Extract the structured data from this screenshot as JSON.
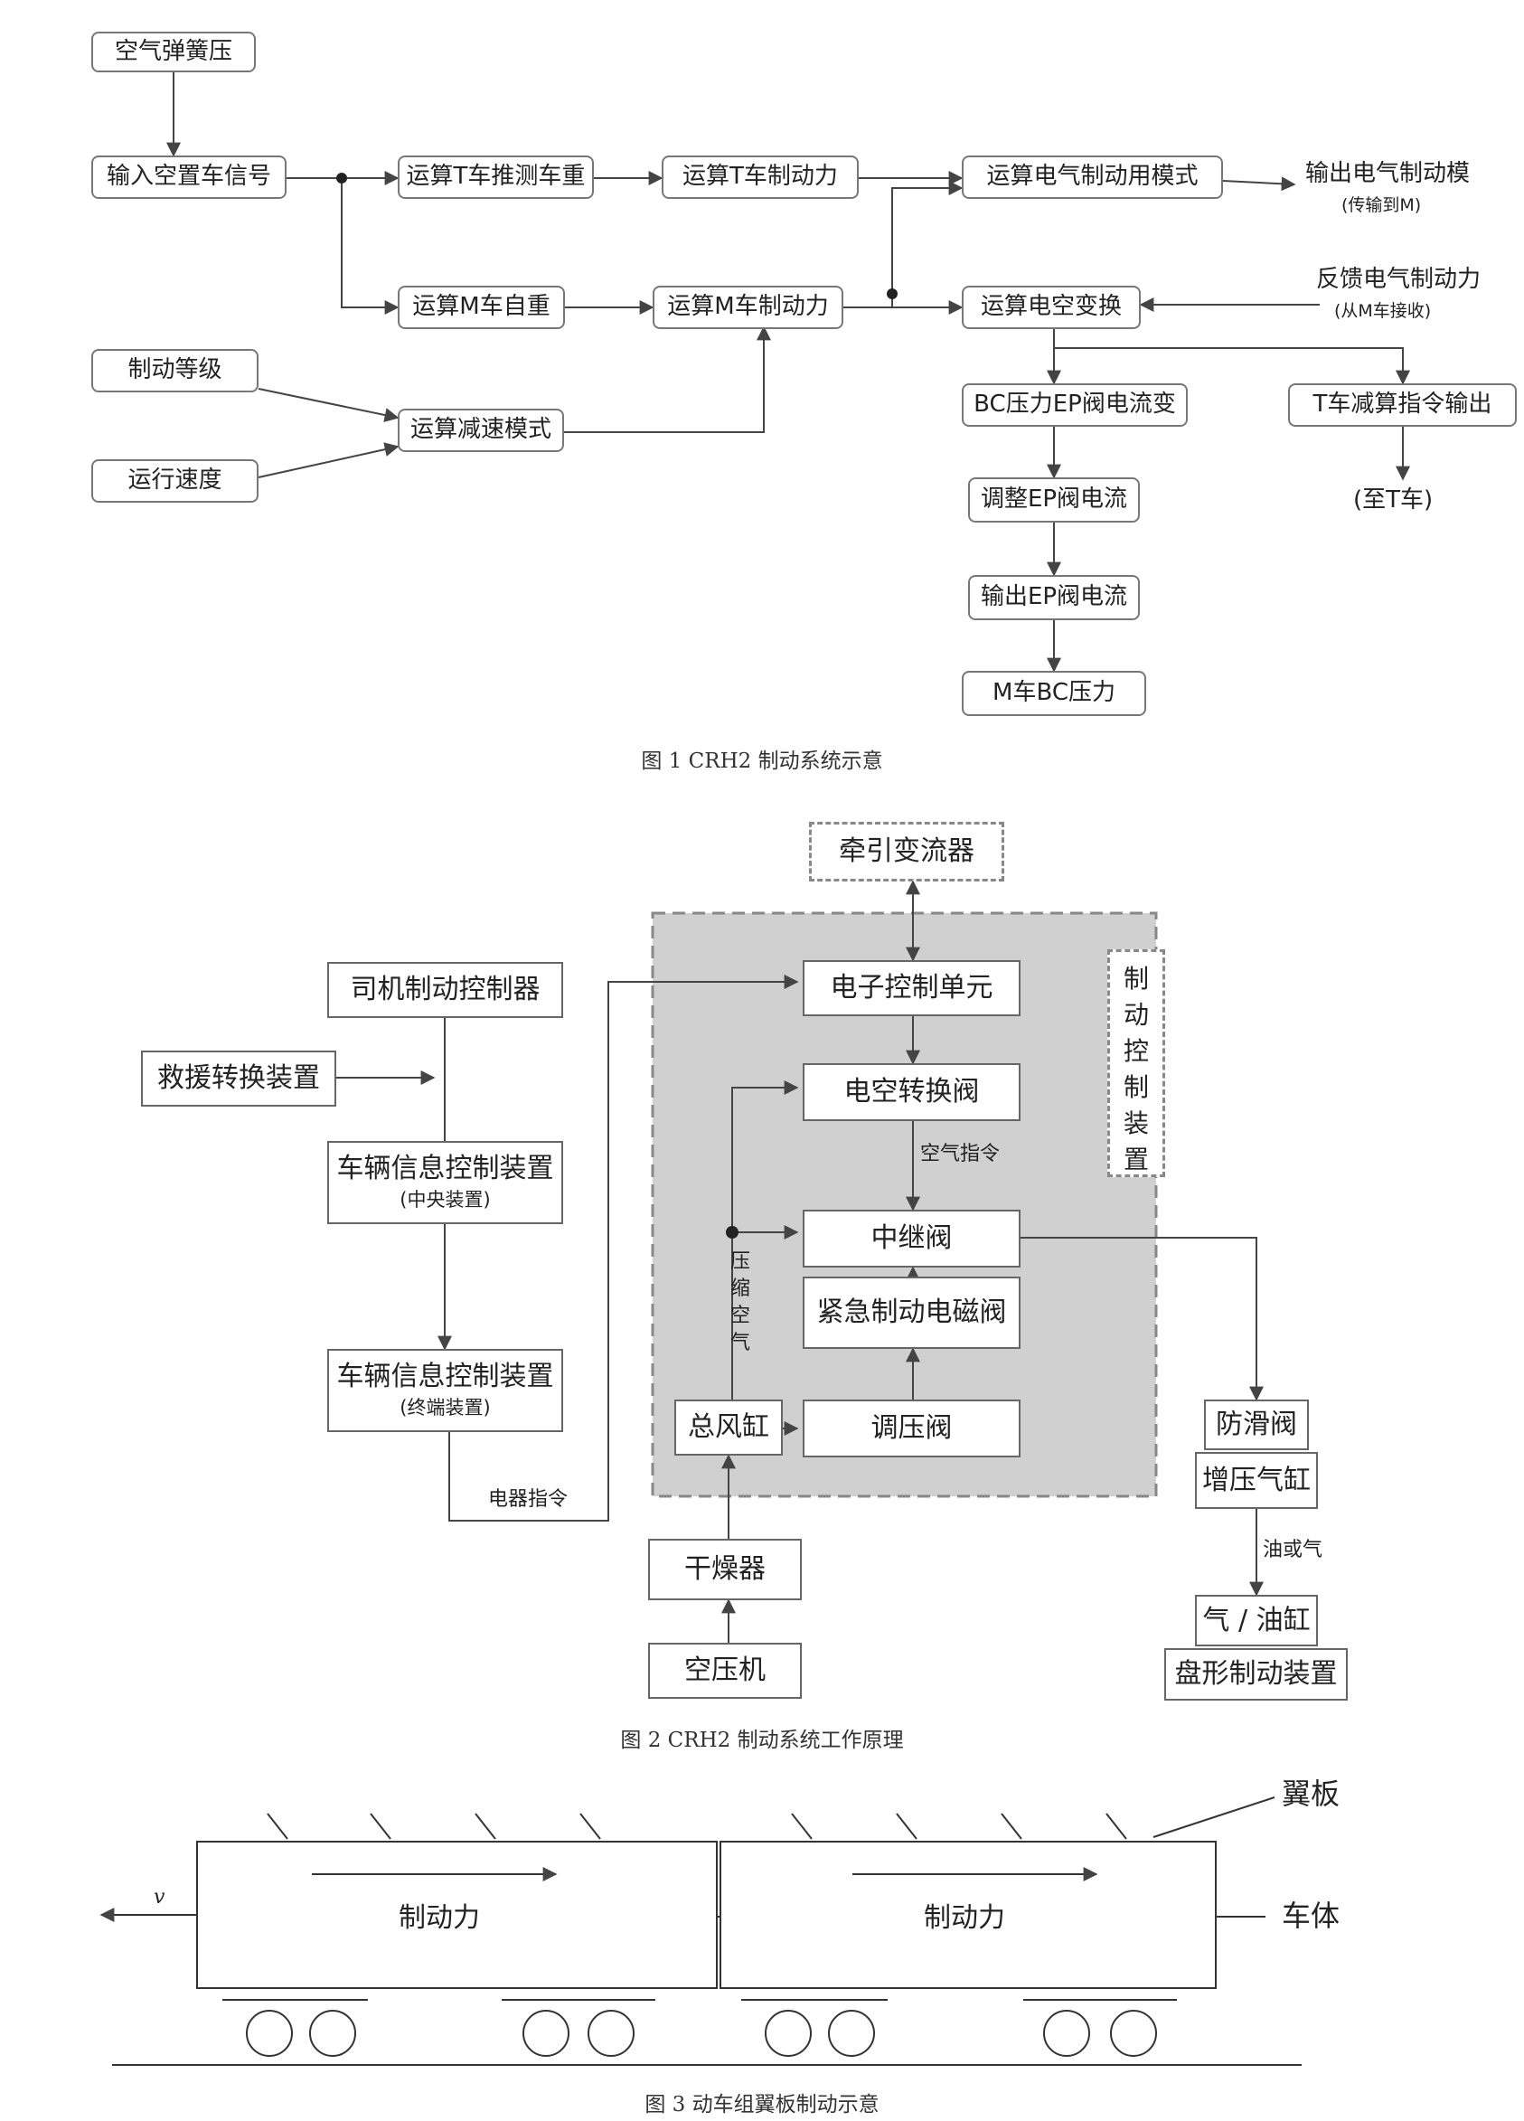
{
  "fig1": {
    "caption": "图 1 CRH2 制动系统示意",
    "nodes": {
      "air_spring": "空气弹簧压",
      "input_empty": "输入空置车信号",
      "calc_t_weight": "运算T车推测车重",
      "calc_t_brake": "运算T车制动力",
      "calc_elec_mode": "运算电气制动用模式",
      "calc_m_weight": "运算M车自重",
      "calc_m_brake": "运算M车制动力",
      "calc_ea_convert": "运算电空变换",
      "brake_level": "制动等级",
      "calc_decel": "运算减速模式",
      "run_speed": "运行速度",
      "bc_ep": "BC压力EP阀电流变",
      "adjust_ep": "调整EP阀电流",
      "output_ep": "输出EP阀电流",
      "m_bc": "M车BC压力",
      "t_sub_output": "T车减算指令输出"
    },
    "labels": {
      "out_elec_mode": "输出电气制动模",
      "out_elec_mode_sub": "(传输到M)",
      "feedback": "反馈电气制动力",
      "feedback_sub": "(从M车接收)",
      "to_t": "(至T车)"
    }
  },
  "fig2": {
    "caption": "图 2 CRH2 制动系统工作原理",
    "nodes": {
      "traction": "牵引变流器",
      "ecu": "电子控制单元",
      "driver_ctrl": "司机制动控制器",
      "rescue": "救援转换装置",
      "ea_valve": "电空转换阀",
      "vehicle_info_central": "车辆信息控制装置",
      "vehicle_info_central_sub": "(中央装置)",
      "relay": "中继阀",
      "emergency": "紧急制动电磁阀",
      "vehicle_info_terminal": "车辆信息控制装置",
      "vehicle_info_terminal_sub": "(终端装置)",
      "main_tank": "总风缸",
      "regulator": "调压阀",
      "anti_skid": "防滑阀",
      "booster": "增压气缸",
      "dryer": "干燥器",
      "air_oil": "气 / 油缸",
      "compressor": "空压机",
      "disc": "盘形制动装置"
    },
    "labels": {
      "air_cmd": "空气指令",
      "compressed": [
        "压",
        "缩",
        "空",
        "气"
      ],
      "elec_cmd": "电器指令",
      "oil_or_air": "油或气",
      "brake_ctrl": [
        "制",
        "动",
        "控",
        "制",
        "装",
        "置"
      ]
    }
  },
  "fig3": {
    "caption": "图 3 动车组翼板制动示意",
    "labels": {
      "v": "v",
      "force_left": "制动力",
      "force_right": "制动力",
      "wing": "翼板",
      "body": "车体"
    }
  }
}
